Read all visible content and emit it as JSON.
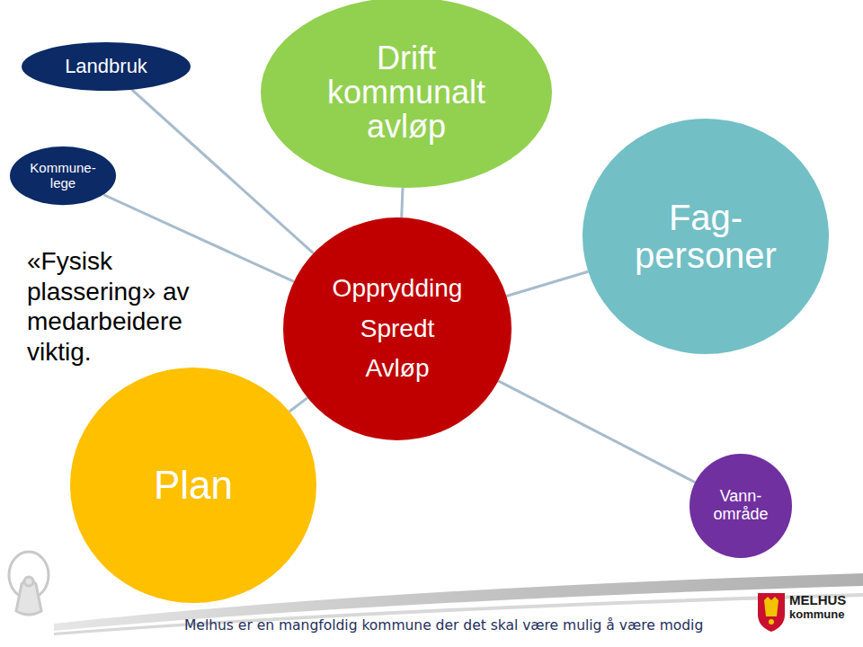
{
  "diagram": {
    "nodes": [
      {
        "text": [
          "Landbruk"
        ]
      },
      {
        "text": [
          "Drift kommunalt avløp"
        ]
      },
      {
        "text": [
          "Kommune- lege"
        ]
      },
      {
        "text": [
          "Fag- personer"
        ]
      },
      {
        "text": [
          "Opprydding Spredt Avløp"
        ]
      },
      {
        "text": [
          "Plan"
        ]
      },
      {
        "text": [
          "Vann- område"
        ]
      }
    ],
    "edges": [
      {
        "from": 4,
        "to": 0,
        "arrow": "none"
      },
      {
        "from": 4,
        "to": 1,
        "arrow": "none"
      },
      {
        "from": 4,
        "to": 2,
        "arrow": "none"
      },
      {
        "from": 4,
        "to": 3,
        "arrow": "none"
      },
      {
        "from": 4,
        "to": 5,
        "arrow": "none"
      },
      {
        "from": 4,
        "to": 6,
        "arrow": "none"
      }
    ],
    "labels": [
      "«Fysisk plassering» av medarbeidere viktig.",
      "Melhus er en mangfoldig kommune der det skal være mulig å være modig",
      "MELHUS",
      "kommune"
    ]
  }
}
